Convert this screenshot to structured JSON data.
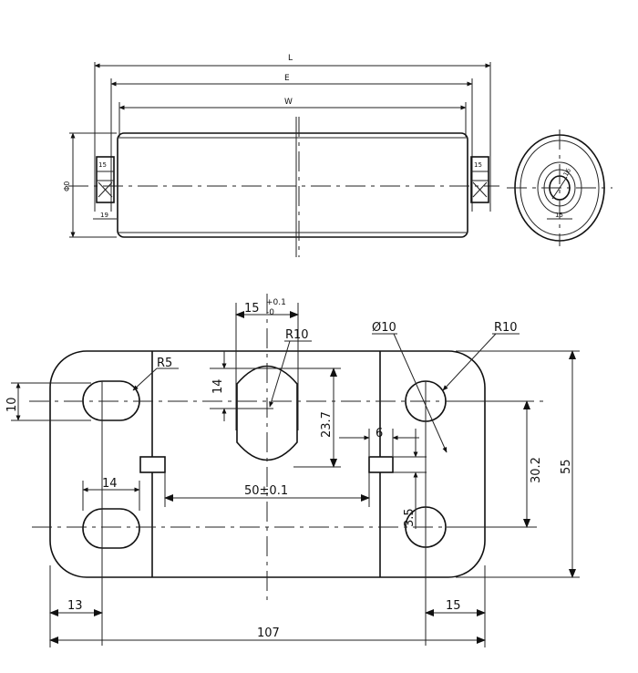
{
  "top_view": {
    "dim_L": "L",
    "dim_E": "E",
    "dim_W": "W",
    "dim_left_shaft": "15",
    "dim_left_bottom": "19",
    "dim_diameter": "Φ0",
    "dim_right_shaft": "15"
  },
  "end_view": {
    "label_center": "16",
    "label_small": "15"
  },
  "bracket": {
    "dim_slot_width": "15",
    "dim_slot_tol_upper": "+0.1",
    "dim_slot_tol_lower": "-0",
    "dim_R10_center": "R10",
    "dim_R5": "R5",
    "dim_hole_dia": "Ø10",
    "dim_R10_right": "R10",
    "dim_10": "10",
    "dim_14_v": "14",
    "dim_23_7": "23.7",
    "dim_6": "6",
    "dim_14_h": "14",
    "dim_50": "50±0.1",
    "dim_30_2": "30.2",
    "dim_55": "55",
    "dim_3_5": "3.5",
    "dim_13": "13",
    "dim_15": "15",
    "dim_107": "107"
  }
}
